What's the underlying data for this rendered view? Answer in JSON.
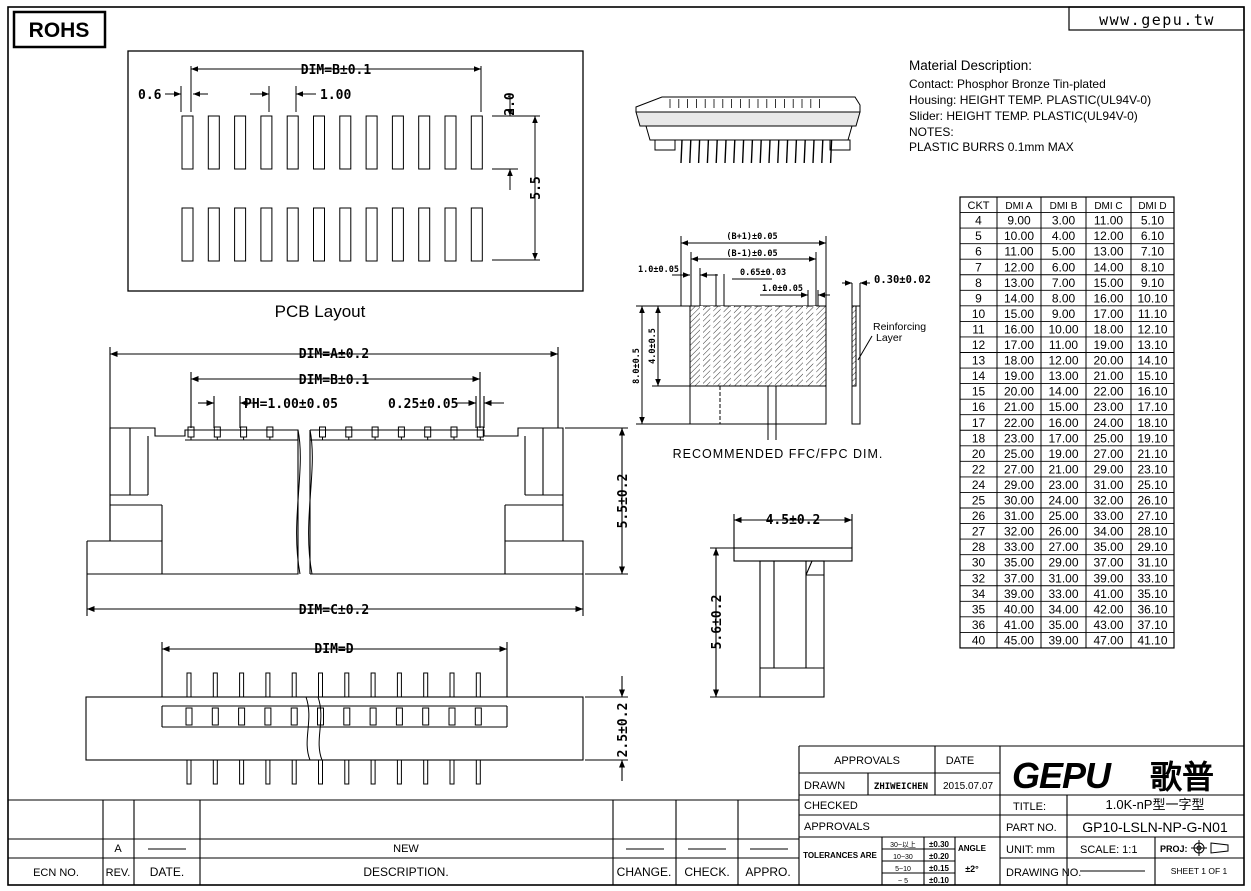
{
  "header": {
    "rohs": "ROHS",
    "website": "www.gepu.tw"
  },
  "pcb": {
    "dim_b": "DIM=B±0.1",
    "pad_width": "0.6",
    "pitch": "1.00",
    "pad_len": "2.0",
    "span": "5.5",
    "caption": "PCB Layout"
  },
  "material": {
    "title": "Material Description:",
    "lines": [
      "Contact: Phosphor Bronze Tin-plated",
      "Housing: HEIGHT TEMP. PLASTIC(UL94V-0)",
      "Slider: HEIGHT TEMP. PLASTIC(UL94V-0)",
      "NOTES:",
      "PLASTIC BURRS 0.1mm MAX"
    ]
  },
  "ffc": {
    "d1": "(B+1)±0.05",
    "d2": "(B-1)±0.05",
    "d3": "1.0±0.05",
    "d4": "0.65±0.03",
    "d5": "1.0±0.05",
    "d6": "0.30±0.02",
    "d7": "8.0±0.5",
    "d8": "4.0±0.5",
    "reinforce": [
      "Reinforcing",
      "Layer"
    ],
    "caption": "RECOMMENDED FFC/FPC DIM."
  },
  "front": {
    "dim_a": "DIM=A±0.2",
    "dim_b": "DIM=B±0.1",
    "pitch": "PH=1.00±0.05",
    "pin_w": "0.25±0.05",
    "height": "5.5±0.2",
    "dim_c": "DIM=C±0.2"
  },
  "bottom": {
    "dim_d": "DIM=D",
    "height": "2.5±0.2"
  },
  "side": {
    "width": "4.5±0.2",
    "height": "5.6±0.2"
  },
  "table": {
    "headers": [
      "CKT",
      "DMI A",
      "DMI B",
      "DMI C",
      "DMI D"
    ],
    "rows": [
      [
        "4",
        "9.00",
        "3.00",
        "11.00",
        "5.10"
      ],
      [
        "5",
        "10.00",
        "4.00",
        "12.00",
        "6.10"
      ],
      [
        "6",
        "11.00",
        "5.00",
        "13.00",
        "7.10"
      ],
      [
        "7",
        "12.00",
        "6.00",
        "14.00",
        "8.10"
      ],
      [
        "8",
        "13.00",
        "7.00",
        "15.00",
        "9.10"
      ],
      [
        "9",
        "14.00",
        "8.00",
        "16.00",
        "10.10"
      ],
      [
        "10",
        "15.00",
        "9.00",
        "17.00",
        "11.10"
      ],
      [
        "11",
        "16.00",
        "10.00",
        "18.00",
        "12.10"
      ],
      [
        "12",
        "17.00",
        "11.00",
        "19.00",
        "13.10"
      ],
      [
        "13",
        "18.00",
        "12.00",
        "20.00",
        "14.10"
      ],
      [
        "14",
        "19.00",
        "13.00",
        "21.00",
        "15.10"
      ],
      [
        "15",
        "20.00",
        "14.00",
        "22.00",
        "16.10"
      ],
      [
        "16",
        "21.00",
        "15.00",
        "23.00",
        "17.10"
      ],
      [
        "17",
        "22.00",
        "16.00",
        "24.00",
        "18.10"
      ],
      [
        "18",
        "23.00",
        "17.00",
        "25.00",
        "19.10"
      ],
      [
        "20",
        "25.00",
        "19.00",
        "27.00",
        "21.10"
      ],
      [
        "22",
        "27.00",
        "21.00",
        "29.00",
        "23.10"
      ],
      [
        "24",
        "29.00",
        "23.00",
        "31.00",
        "25.10"
      ],
      [
        "25",
        "30.00",
        "24.00",
        "32.00",
        "26.10"
      ],
      [
        "26",
        "31.00",
        "25.00",
        "33.00",
        "27.10"
      ],
      [
        "27",
        "32.00",
        "26.00",
        "34.00",
        "28.10"
      ],
      [
        "28",
        "33.00",
        "27.00",
        "35.00",
        "29.10"
      ],
      [
        "30",
        "35.00",
        "29.00",
        "37.00",
        "31.10"
      ],
      [
        "32",
        "37.00",
        "31.00",
        "39.00",
        "33.10"
      ],
      [
        "34",
        "39.00",
        "33.00",
        "41.00",
        "35.10"
      ],
      [
        "35",
        "40.00",
        "34.00",
        "42.00",
        "36.10"
      ],
      [
        "36",
        "41.00",
        "35.00",
        "43.00",
        "37.10"
      ],
      [
        "40",
        "45.00",
        "39.00",
        "47.00",
        "41.10"
      ]
    ]
  },
  "titleblock": {
    "approvals": "APPROVALS",
    "date": "DATE",
    "drawn": "DRAWN",
    "drawn_by": "ZHIWEICHEN",
    "drawn_date": "2015.07.07",
    "checked": "CHECKED",
    "approvals2": "APPROVALS",
    "tolerances": "TOLERANCES ARE",
    "tol_ranges": [
      "30~以上",
      "10~30",
      "5~10",
      "~ 5"
    ],
    "tol_values": [
      "±0.30",
      "±0.20",
      "±0.15",
      "±0.10"
    ],
    "angle": "ANGLE",
    "angle_val": "±2°",
    "logo": "GEPU",
    "logo_cn": "歌普",
    "title_label": "TITLE:",
    "title_value": "1.0K-nP型一字型",
    "part_label": "PART NO.",
    "part_value": "GP10-LSLN-NP-G-N01",
    "unit": "UNIT: mm",
    "scale": "SCALE:  1:1",
    "proj": "PROJ:",
    "drawing_no": "DRAWING NO.",
    "sheet": "SHEET  1 OF 1"
  },
  "revision": {
    "headers": [
      "ECN NO.",
      "REV.",
      "DATE.",
      "DESCRIPTION.",
      "CHANGE.",
      "CHECK.",
      "APPRO."
    ],
    "rev": "A",
    "desc": "NEW"
  }
}
